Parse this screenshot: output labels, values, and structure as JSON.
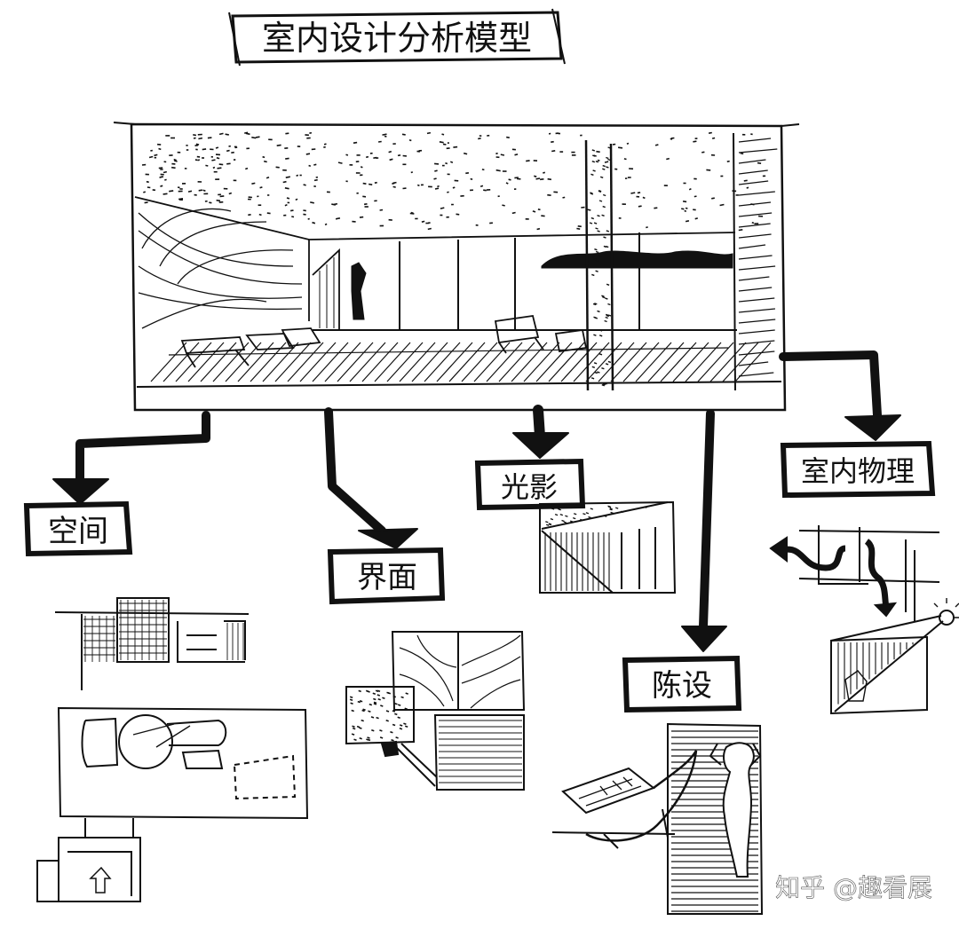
{
  "diagram": {
    "title": "室内设计分析模型",
    "nodes": [
      {
        "id": "space",
        "label": "空间"
      },
      {
        "id": "interface",
        "label": "界面"
      },
      {
        "id": "light",
        "label": "光影"
      },
      {
        "id": "physics",
        "label": "室内物理"
      },
      {
        "id": "furnishing",
        "label": "陈设"
      }
    ]
  },
  "watermark": "知乎 @趣看展",
  "colors": {
    "ink": "#111111",
    "paper": "#ffffff"
  }
}
